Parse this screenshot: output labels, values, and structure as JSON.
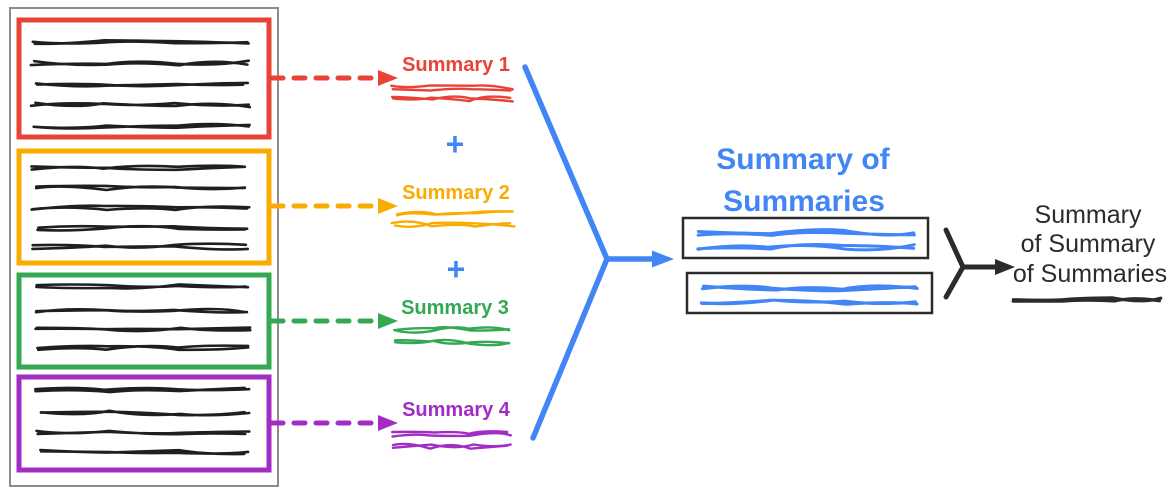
{
  "title": {
    "line1": "Summary of",
    "line2": "Summaries"
  },
  "plus": "+",
  "sources": [
    {
      "label": "Summary 1",
      "color": "#E84335"
    },
    {
      "label": "Summary 2",
      "color": "#F9AB00"
    },
    {
      "label": "Summary 3",
      "color": "#34A853"
    },
    {
      "label": "Summary 4",
      "color": "#A32CC4"
    }
  ],
  "final": {
    "line1": "Summary",
    "line2": "of Summary",
    "line3": "of Summaries"
  },
  "colors": {
    "accent_blue": "#4285F4",
    "ink": "#2b2b2b",
    "outer_border": "#8c8c8c"
  }
}
